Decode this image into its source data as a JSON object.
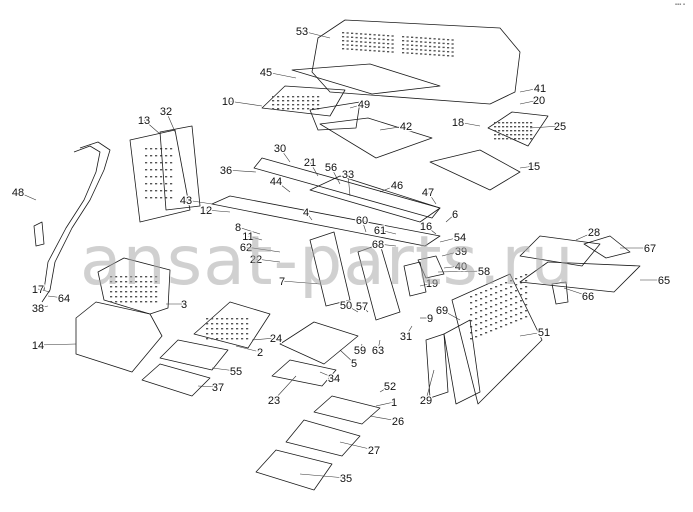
{
  "watermark": "ansat-parts.ru",
  "corner_mark": "▪▪▪ ▪",
  "colors": {
    "stroke": "#1a1a1a",
    "leader": "#333333",
    "hatch": "#555555",
    "label": "#111111",
    "watermark": "#aaaaaa"
  },
  "parts": [
    "1",
    "2",
    "3",
    "4",
    "5",
    "6",
    "7",
    "8",
    "9",
    "10",
    "11",
    "12",
    "13",
    "14",
    "15",
    "16",
    "17",
    "18",
    "19",
    "20",
    "21",
    "22",
    "23",
    "24",
    "25",
    "26",
    "27",
    "28",
    "29",
    "30",
    "31",
    "32",
    "33",
    "34",
    "35",
    "36",
    "37",
    "38",
    "39",
    "40",
    "41",
    "42",
    "43",
    "44",
    "45",
    "46",
    "47",
    "48",
    "49",
    "50",
    "51",
    "52",
    "53",
    "54",
    "55",
    "56",
    "57",
    "58",
    "59",
    "60",
    "61",
    "62",
    "63",
    "64",
    "65",
    "66",
    "67",
    "68",
    "69"
  ]
}
